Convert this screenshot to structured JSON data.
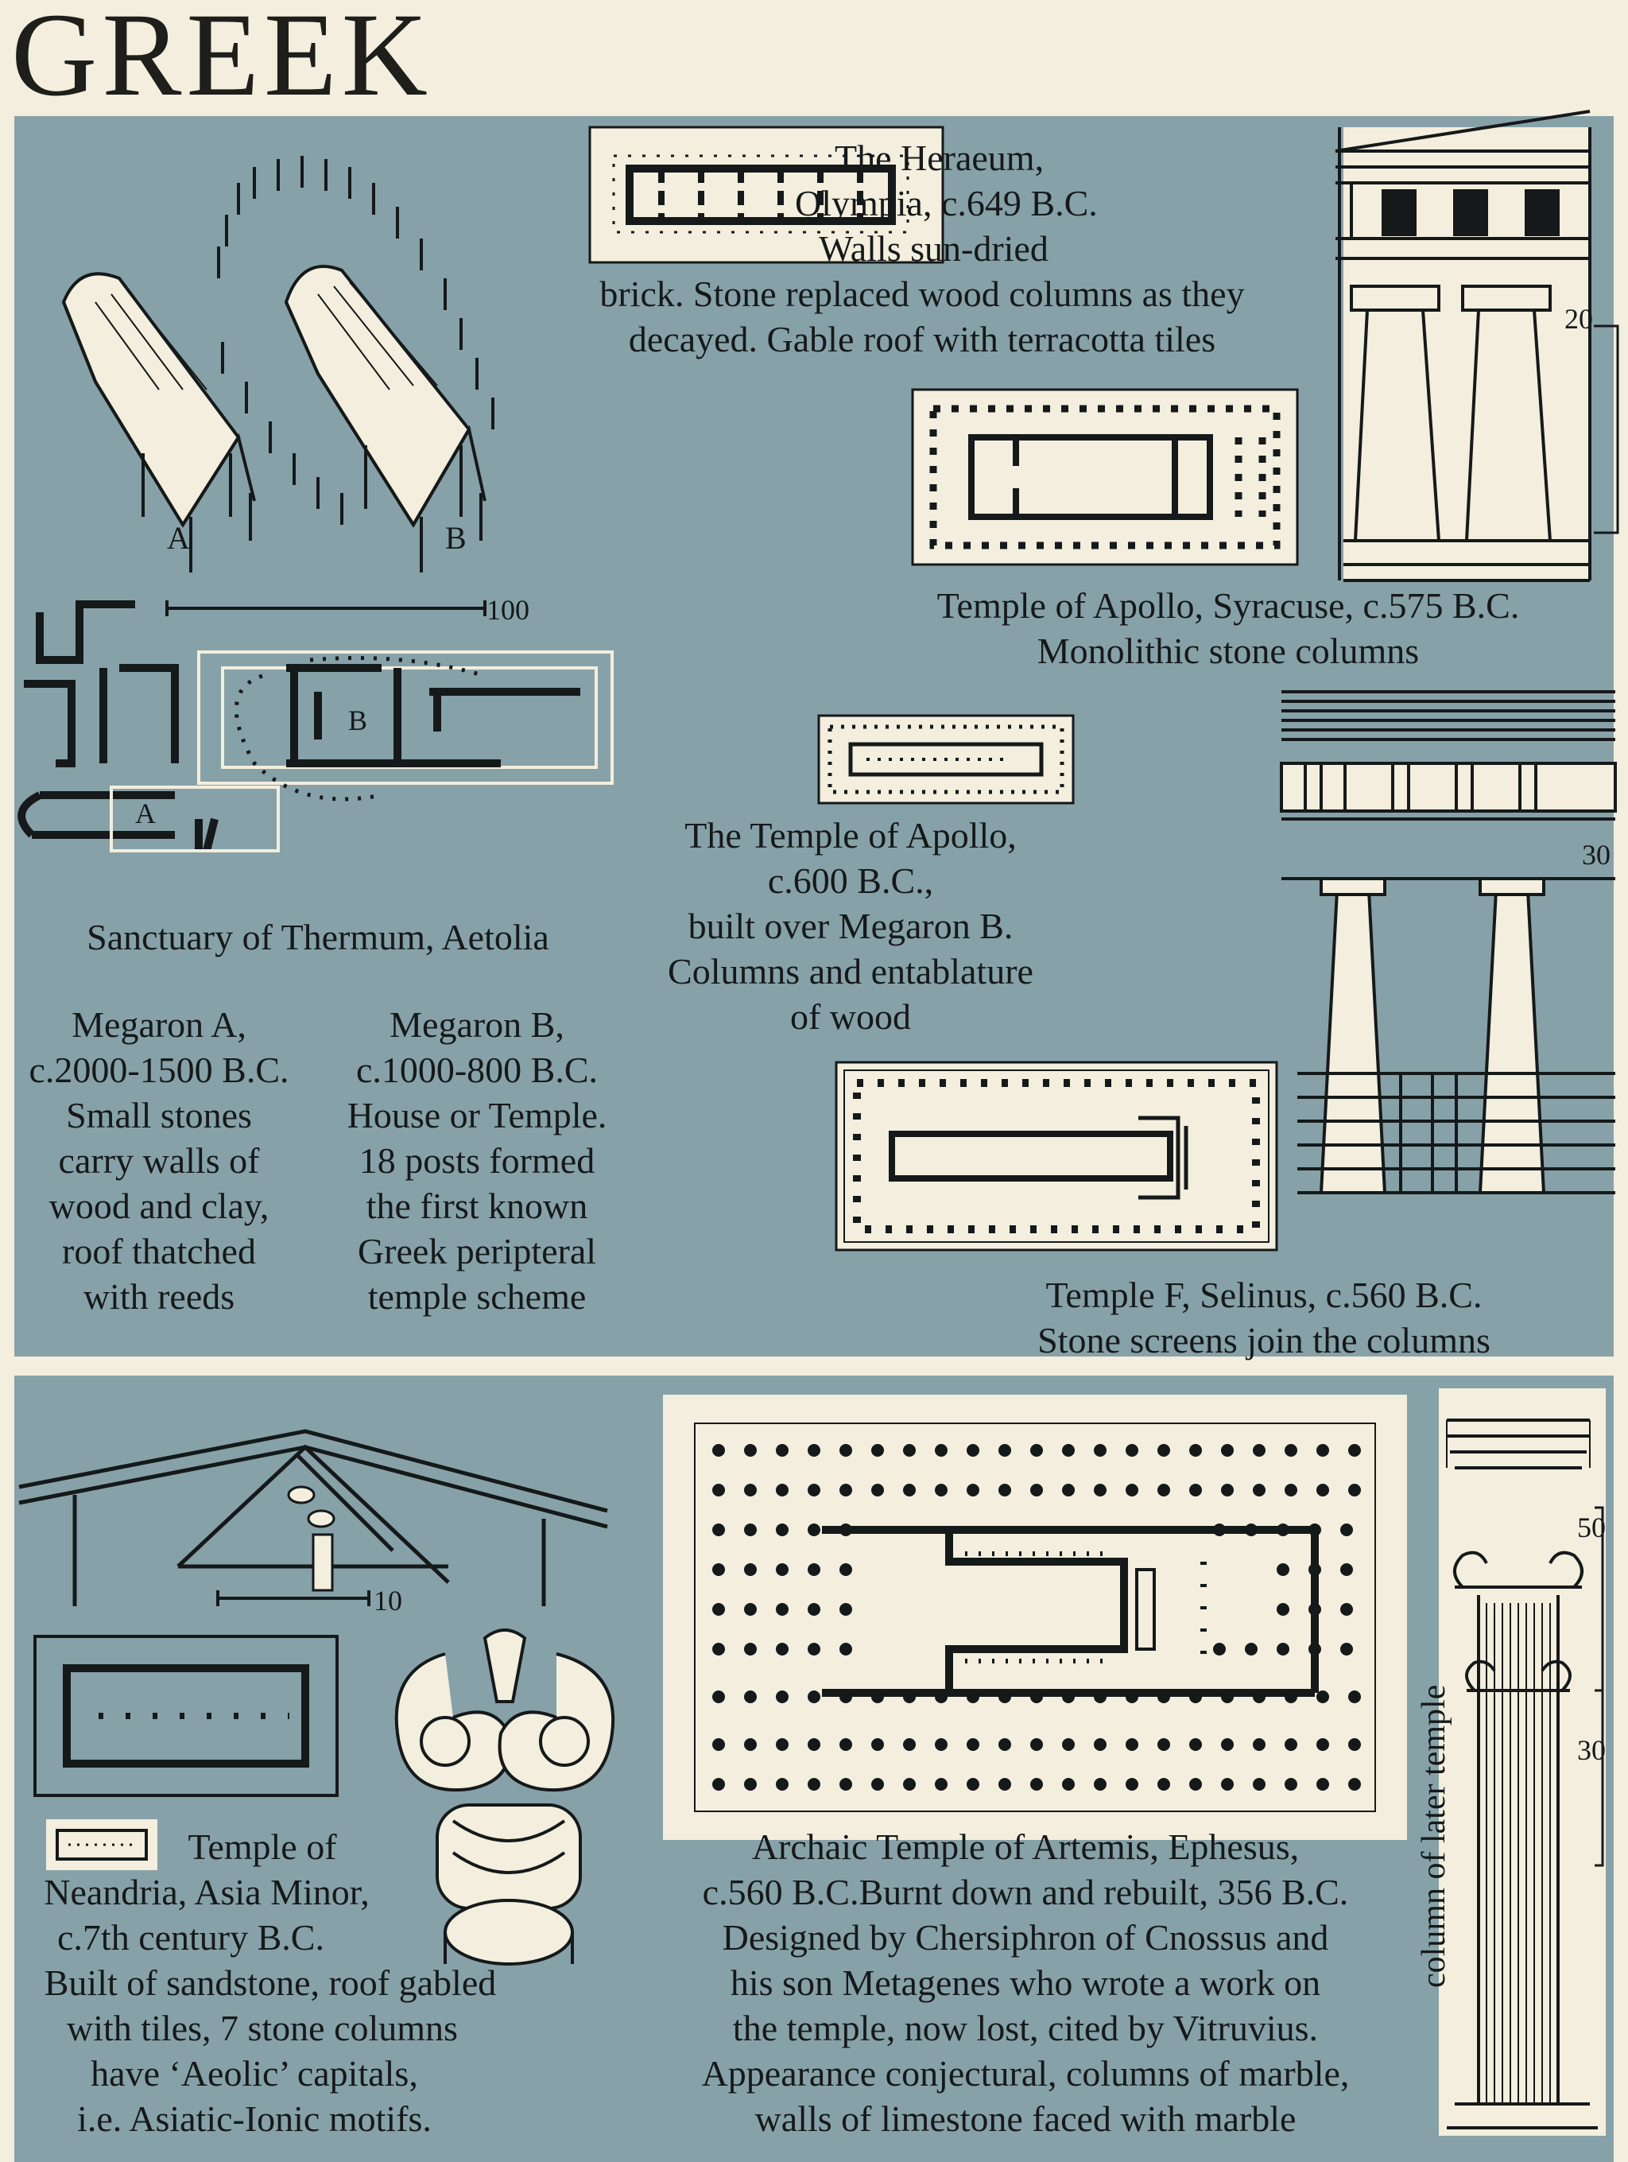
{
  "page_title": "GREEK",
  "heraeum": {
    "lines": [
      "The Heraeum,",
      "Olympia, c.649 B.C.",
      "Walls sun-dried",
      "brick. Stone replaced wood columns as they",
      "decayed. Gable roof  with terracotta tiles"
    ]
  },
  "syracuse": {
    "lines": [
      "Temple of Apollo, Syracuse, c.575 B.C.",
      "Monolithic stone columns"
    ],
    "scale": "20"
  },
  "thermum": {
    "caption": "Sanctuary of Thermum, Aetolia",
    "label_a": "A",
    "label_b": "B",
    "scale": "100"
  },
  "megaron_a": {
    "lines": [
      "Megaron A,",
      "c.2000-1500 B.C.",
      "Small stones",
      "carry walls of",
      "wood and clay,",
      "roof thatched",
      "with reeds"
    ]
  },
  "megaron_b": {
    "lines": [
      "Megaron B,",
      "c.1000-800 B.C.",
      "House or Temple.",
      "18 posts formed",
      "the first known",
      "Greek peripteral",
      "temple scheme"
    ]
  },
  "apollo_thermum": {
    "lines": [
      "The Temple of Apollo,",
      "c.600 B.C.,",
      "built over Megaron B.",
      "Columns and entablature",
      "of wood"
    ]
  },
  "selinus": {
    "lines": [
      "Temple F, Selinus,  c.560 B.C.",
      "Stone screens join the columns"
    ],
    "scale": "30"
  },
  "neandria": {
    "lines": [
      "Temple of",
      "Neandria, Asia Minor,",
      "c.7th century B.C.",
      "Built of sandstone, roof gabled",
      "with tiles, 7 stone columns",
      "have ‘Aeolic’ capitals,",
      "i.e. Asiatic-Ionic motifs."
    ],
    "scale": "10"
  },
  "artemis": {
    "lines": [
      "Archaic Temple of Artemis, Ephesus,",
      "c.560 B.C.Burnt down and rebuilt, 356 B.C.",
      "Designed by Chersiphron of Cnossus and",
      "his son Metagenes who wrote a  work on",
      "the temple, now lost, cited by Vitruvius.",
      "Appearance  conjectural, columns of marble,",
      "walls of limestone faced with  marble"
    ],
    "vertical_label": "column of later temple",
    "scale_upper": "50",
    "scale_lower": "30"
  }
}
